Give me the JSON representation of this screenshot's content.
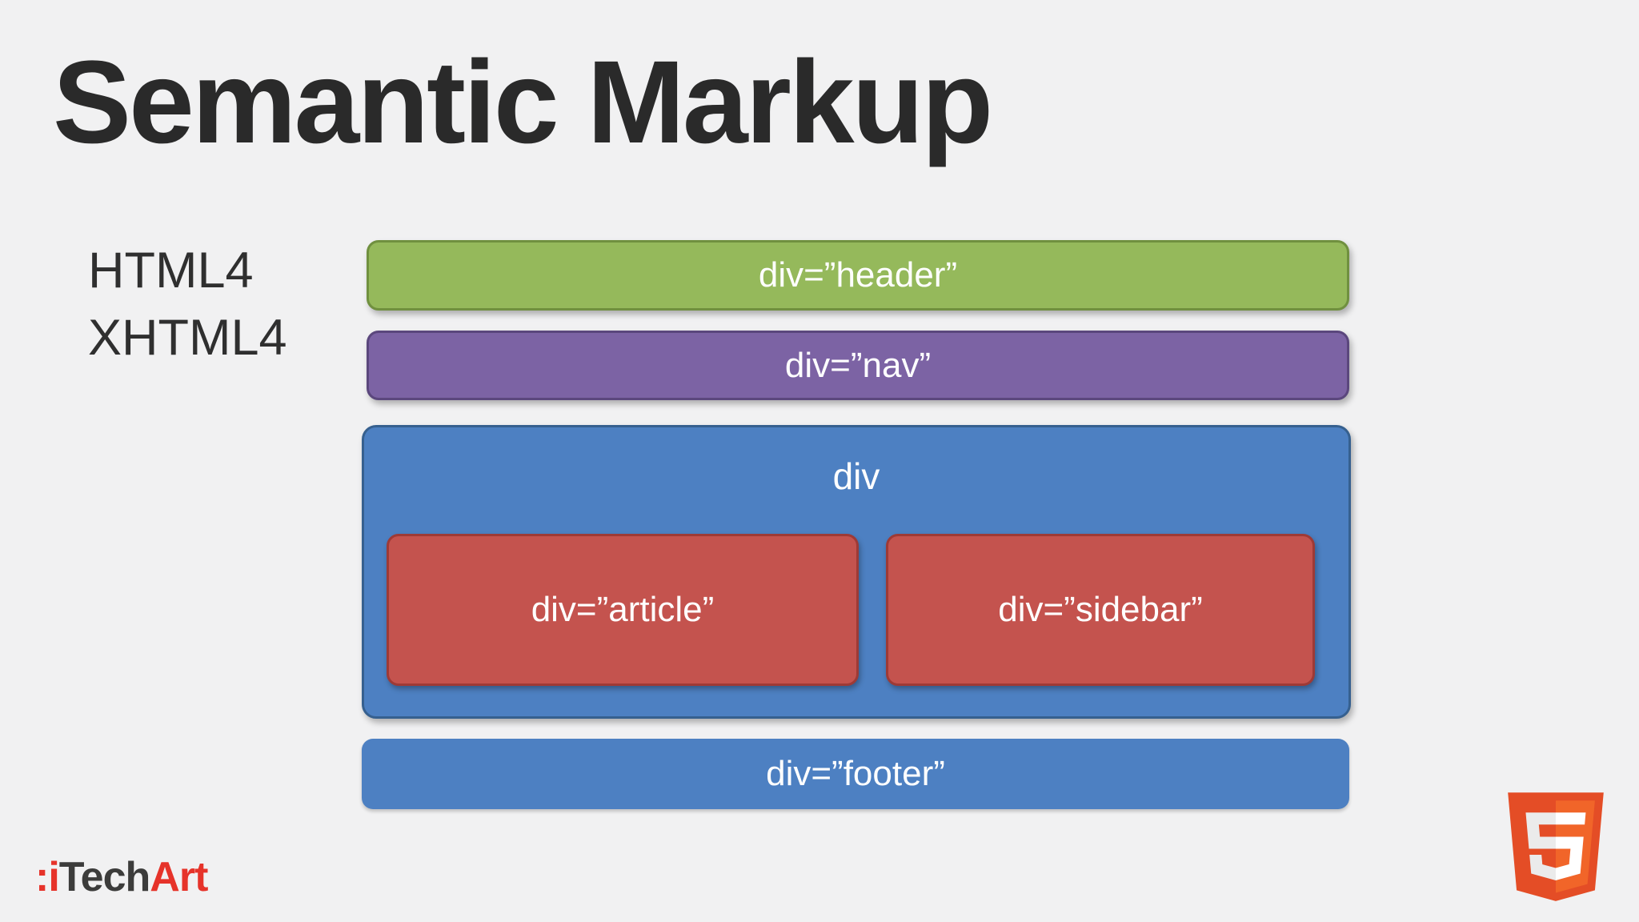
{
  "slide": {
    "background_color": "#f1f1f2",
    "title": "Semantic Markup",
    "title_color": "#2a2a2a",
    "era_label": {
      "line1": "HTML4",
      "line2": "XHTML4",
      "color": "#2f2f2f"
    }
  },
  "diagram": {
    "text_color": "#ffffff",
    "boxes": {
      "header": {
        "label": "div=”header”",
        "fill": "#95b95b",
        "border": "#70903f"
      },
      "nav": {
        "label": "div=”nav”",
        "fill": "#7c63a4",
        "border": "#5b477d"
      },
      "container": {
        "label": "div",
        "fill": "#4d80c2",
        "border": "#36608f"
      },
      "article": {
        "label": "div=”article”",
        "fill": "#c4534e",
        "border": "#9e3a36"
      },
      "sidebar": {
        "label": "div=”sidebar”",
        "fill": "#c4534e",
        "border": "#9e3a36"
      },
      "footer": {
        "label": "div=”footer”",
        "fill": "#4d80c2",
        "border": "#4472a8"
      }
    }
  },
  "branding": {
    "itechart": {
      "colon_i": ":i",
      "tech": "Tech",
      "art": "Art",
      "red_color": "#e6332a",
      "dark_color": "#3c3c3b"
    },
    "html5_badge": {
      "name": "HTML5 shield logo",
      "shield_dark": "#e44d26",
      "shield_light": "#f16529",
      "digit_shade": "#ebebeb",
      "digit_light": "#ffffff"
    }
  }
}
